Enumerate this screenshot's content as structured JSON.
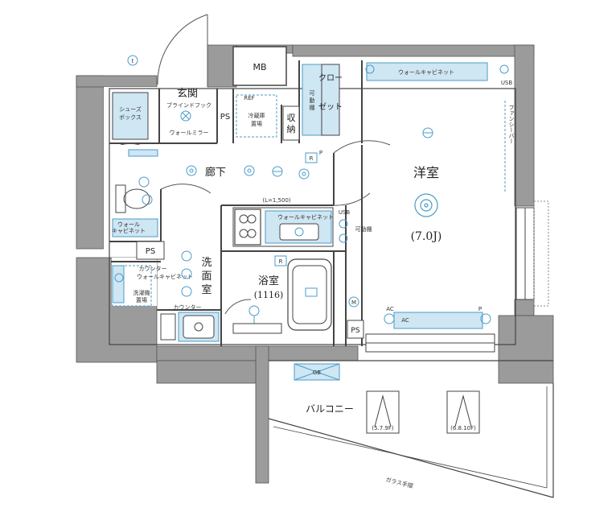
{
  "rooms": {
    "entrance": "玄関",
    "corridor": "廊下",
    "western_room": "洋室",
    "western_room_size": "(7.0J)",
    "washroom": "洗\n面\n室",
    "bathroom": "浴室",
    "bathroom_size": "(1116)",
    "balcony": "バルコニー",
    "closet": "クロー\nゼット",
    "storage": "収\n納"
  },
  "fixtures": {
    "mb": "MB",
    "ps_entrance": "PS",
    "ps_wash": "PS",
    "ps_balcony": "PS",
    "shoes_box": "シューズ\nボックス",
    "blind_hook": "ブラインドフック",
    "wall_mirror": "ウォールミラー",
    "fridge_space": "冷蔵庫\n置場",
    "movable_shelf_closet": "可\n動\n棚",
    "wall_cabinet_room": "ウォールキャビネット",
    "fanshirly": "ファンシーバー",
    "wall_cabinet_kitchen": "ウォールキャビネット",
    "kitchen_length": "(L=1,500)",
    "movable_shelf_kitchen": "可動棚",
    "wall_cabinet_toilet": "ウォール\nキャビネット",
    "counter_upper": "カウンター",
    "wall_cabinet_wash": "ウォールキャビネット",
    "washer_space": "洗濯機\n置場",
    "counter_lower": "カウンター",
    "gb": "GB",
    "ac_left": "AC",
    "ac_right": "AC",
    "usb_room": "USB",
    "usb_kitchen": "USB",
    "refrigerator_tag": "REF",
    "hatch_left": "(5.7.9F)",
    "hatch_right": "(6.8.10F)",
    "glass_rail": "ガラス手摺",
    "telephone_symbol": "t",
    "r_corridor": "R",
    "r_bath": "R",
    "m_symbol": "M",
    "p_symbol_1": "P",
    "p_symbol_2": "P"
  },
  "colors": {
    "wall": "#9b9b9b",
    "fixture_blue": "#cfe6f3",
    "blue_line": "#4a9cc8",
    "line": "#444444"
  }
}
